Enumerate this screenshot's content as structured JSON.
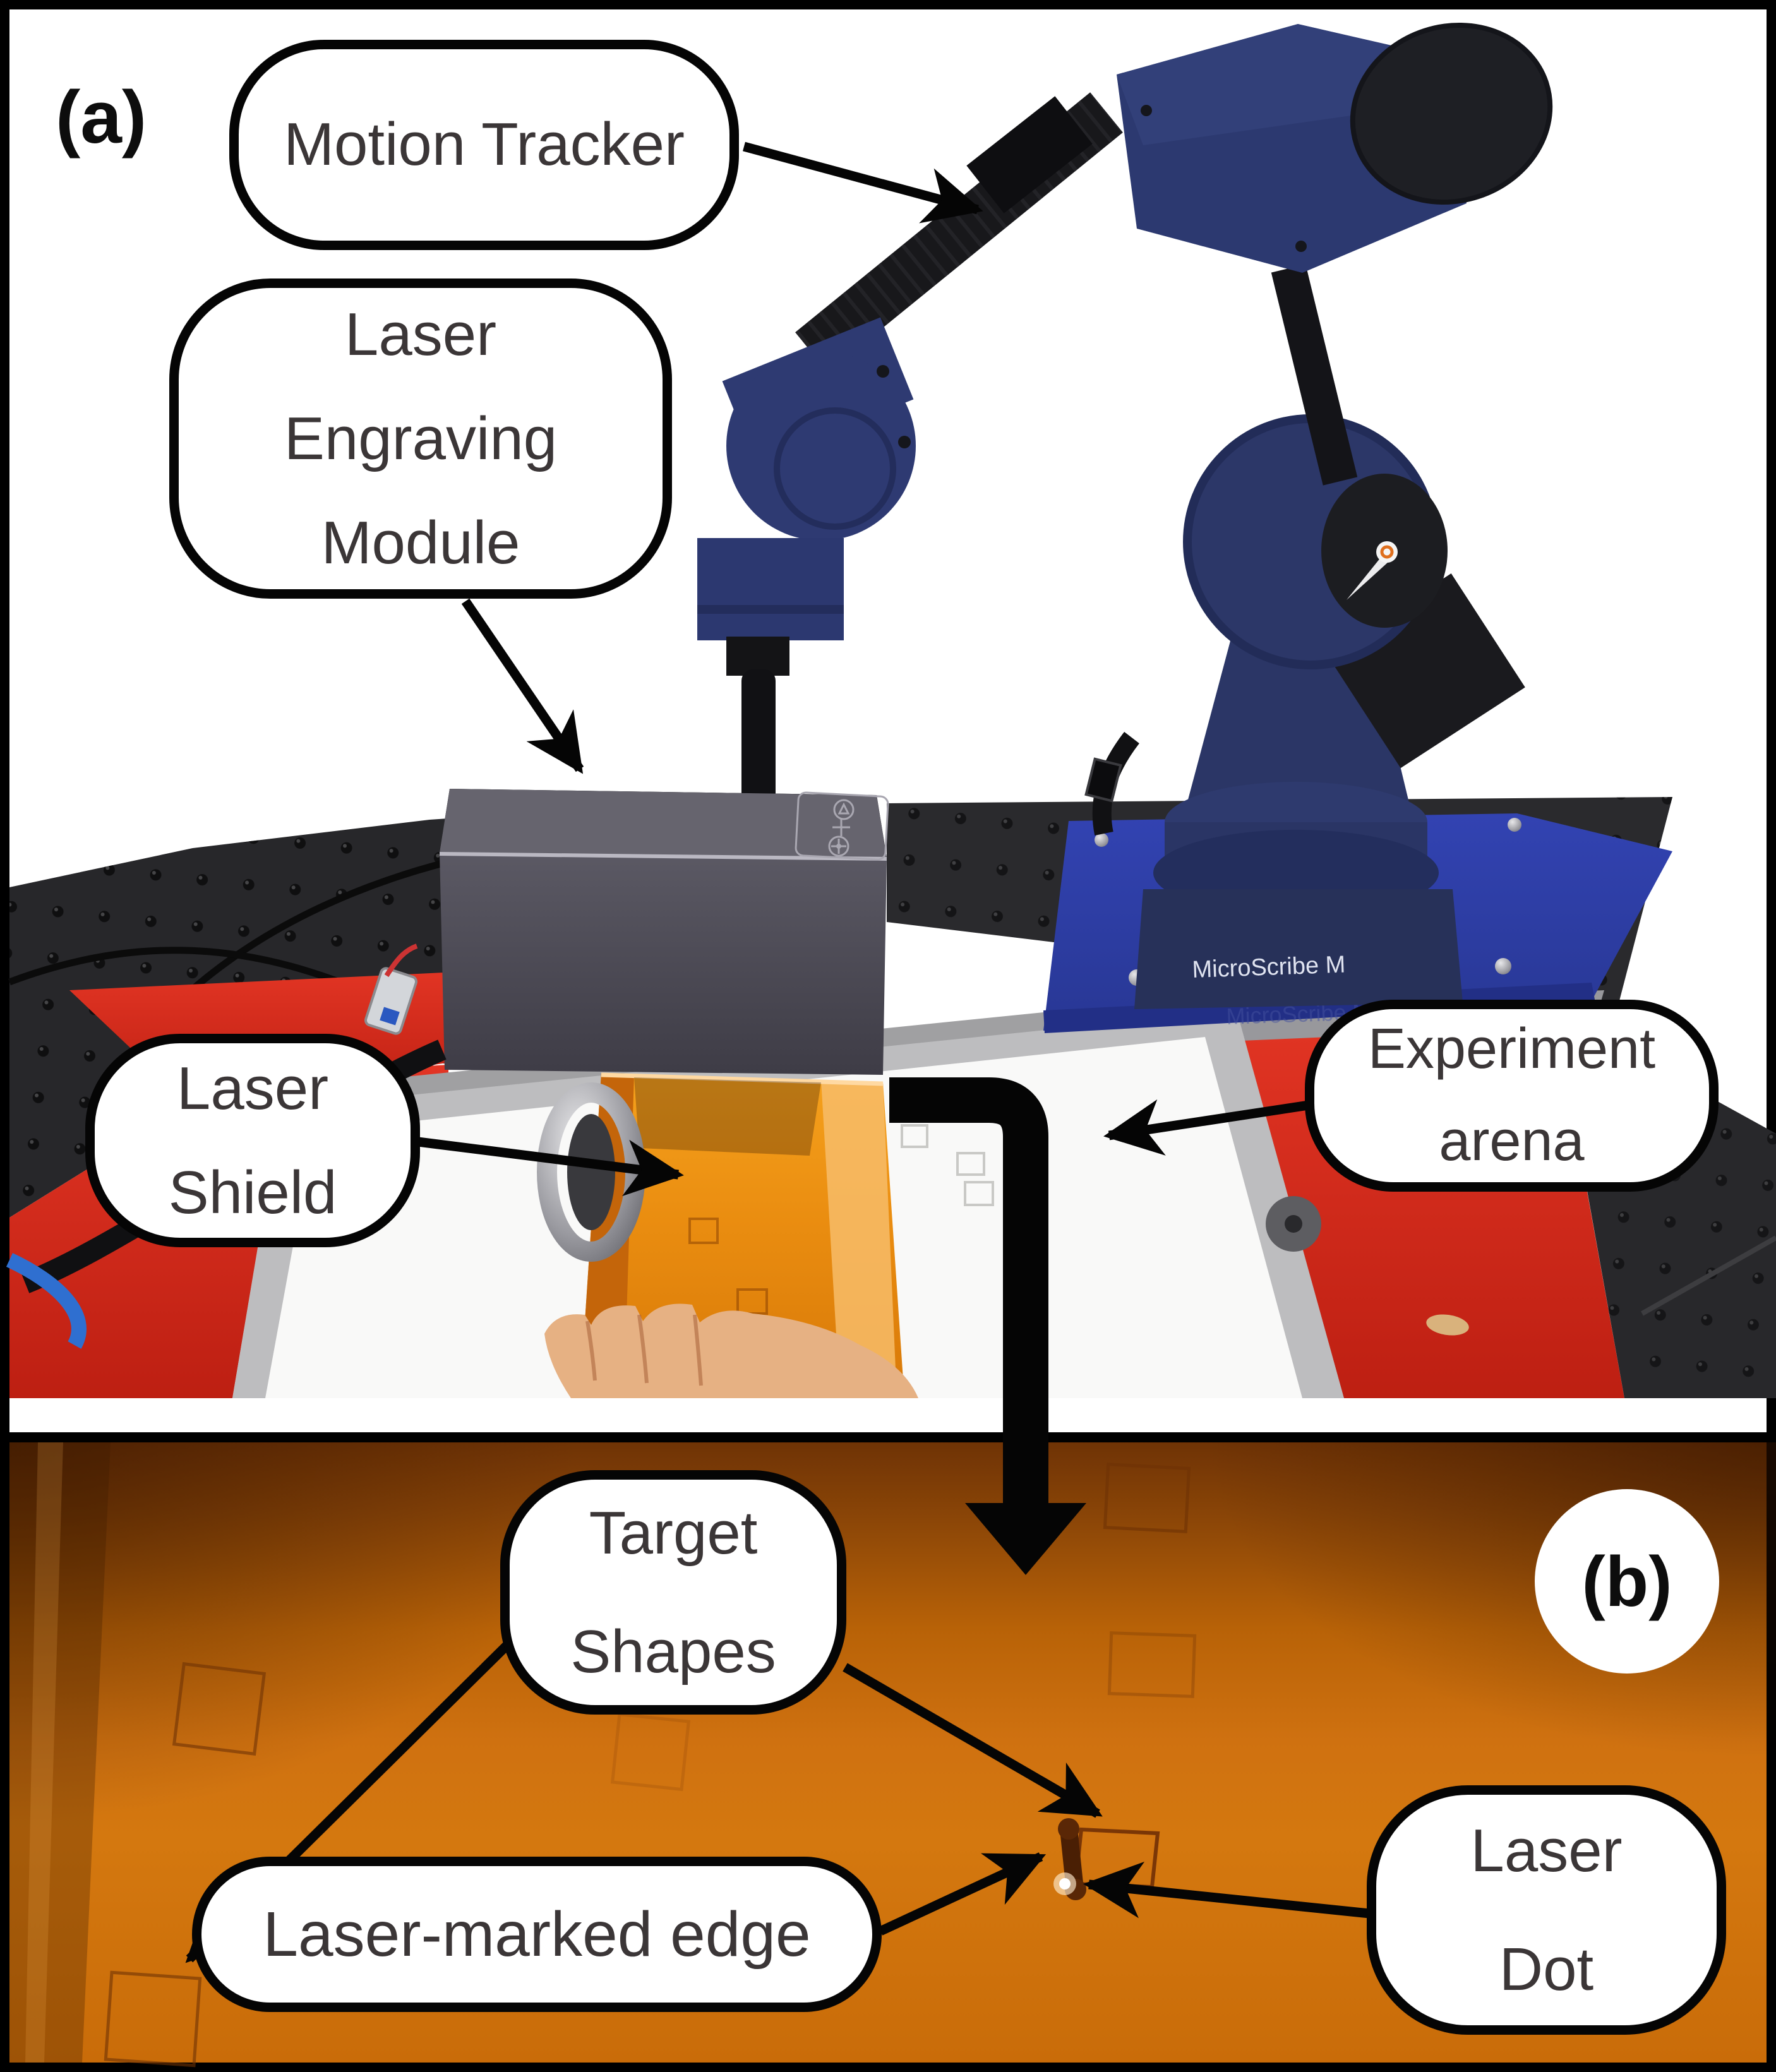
{
  "panels": {
    "a_label": "(a)",
    "b_label": "(b)"
  },
  "callouts": {
    "motion_tracker": {
      "label": "Motion Tracker"
    },
    "laser_engraving_module": {
      "lines": [
        "Laser",
        "Engraving",
        "Module"
      ]
    },
    "laser_shield": {
      "lines": [
        "Laser",
        "Shield"
      ]
    },
    "experiment_arena": {
      "lines": [
        "Experiment",
        "arena"
      ]
    },
    "target_shapes": {
      "lines": [
        "Target",
        "Shapes"
      ]
    },
    "laser_marked_edge": {
      "label": "Laser-marked edge"
    },
    "laser_dot": {
      "lines": [
        "Laser",
        "Dot"
      ]
    }
  },
  "photo_a": {
    "device_base_label": "MicroScribe M"
  },
  "colors": {
    "annotation_border": "#050505",
    "callout_text": "#3b3637",
    "table_red": "#d92c1b",
    "microscribe_plate_blue": "#2f3fae",
    "arm_navy": "#2c3768",
    "laser_shield_orange": "#e8890e",
    "panel_b_orange": "#cf7110",
    "laser_dot_white": "#ffffff"
  }
}
